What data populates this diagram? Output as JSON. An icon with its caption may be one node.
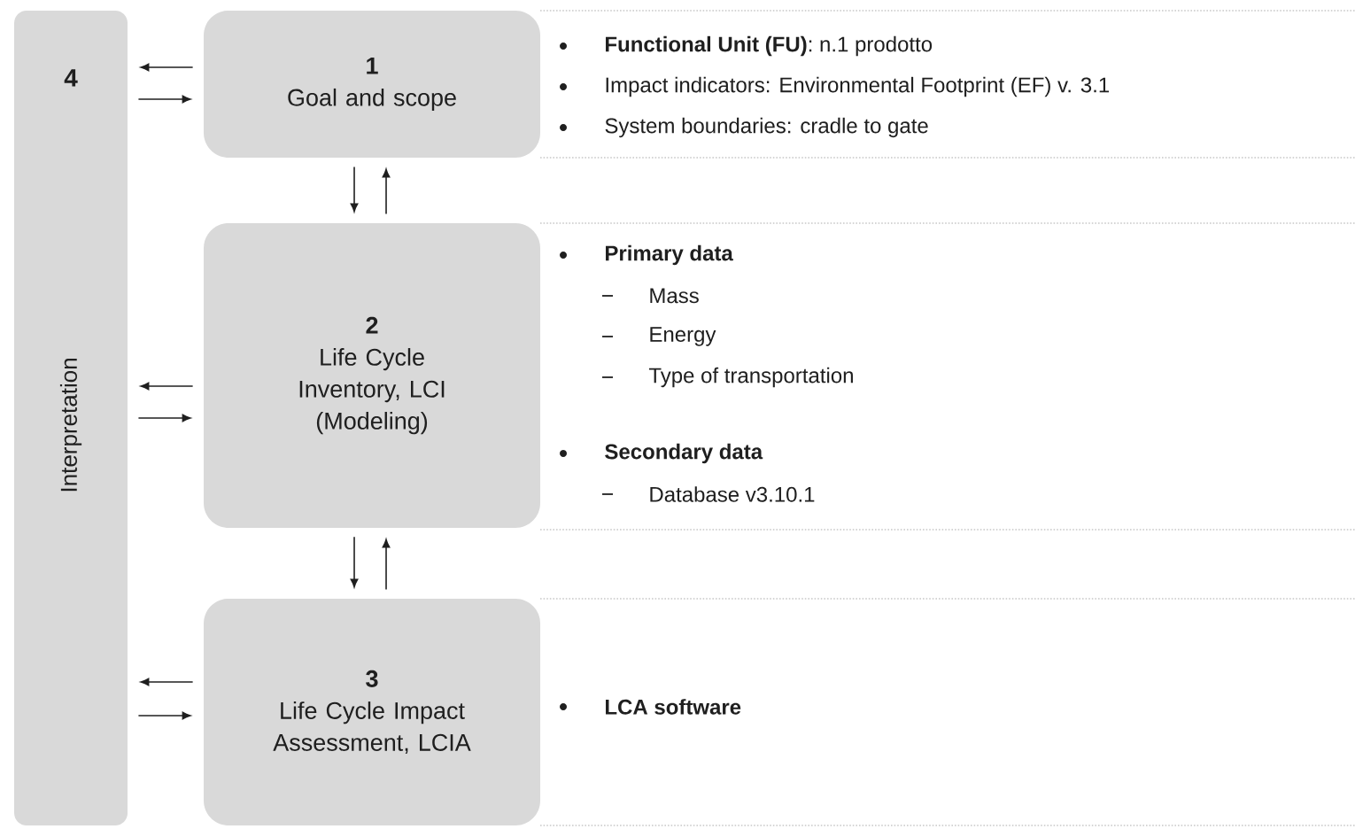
{
  "diagram": {
    "nodes": [
      {
        "text": [
          "4",
          "Interpretation"
        ]
      },
      {
        "text": [
          "1",
          "Goal and scope"
        ]
      },
      {
        "text": [
          "2",
          "Life Cycle Inventory, LCI (Modeling)"
        ]
      },
      {
        "text": [
          "3",
          "Life Cycle Impact Assessment, LCIA"
        ]
      }
    ],
    "edges": [
      {
        "from": 1,
        "to": 0,
        "arrow": "to"
      },
      {
        "from": 0,
        "to": 1,
        "arrow": "to"
      },
      {
        "from": 1,
        "to": 2,
        "arrow": "to"
      },
      {
        "from": 2,
        "to": 1,
        "arrow": "to"
      },
      {
        "from": 2,
        "to": 0,
        "arrow": "to"
      },
      {
        "from": 0,
        "to": 2,
        "arrow": "to"
      },
      {
        "from": 2,
        "to": 3,
        "arrow": "to"
      },
      {
        "from": 3,
        "to": 2,
        "arrow": "to"
      },
      {
        "from": 3,
        "to": 0,
        "arrow": "to"
      },
      {
        "from": 0,
        "to": 3,
        "arrow": "to"
      }
    ],
    "labels": [
      "**Functional Unit (FU)**: n.1 prodotto",
      "Impact indicators: Environmental Footprint (EF) v. 3.1",
      "System boundaries: cradle to gate",
      "Primary data",
      "Mass",
      "Energy",
      "Type of transportation",
      "Secondary data",
      "Database v3.10.1",
      "LCA software"
    ]
  }
}
